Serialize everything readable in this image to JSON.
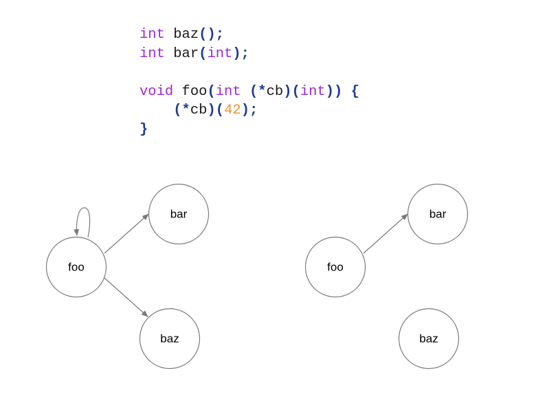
{
  "code": {
    "line1": {
      "type": "int",
      "name": "baz",
      "open": "(",
      "close": ")",
      "semi": ";"
    },
    "line2": {
      "type": "int",
      "name": "bar",
      "open": "(",
      "param": "int",
      "close": ")",
      "semi": ";"
    },
    "line3": {
      "type": "void",
      "name": "foo",
      "open": "(",
      "param_type": "int",
      "cb_open": "(",
      "star": "*",
      "cb_name": "cb",
      "cb_close": ")",
      "cb_args_open": "(",
      "cb_arg": "int",
      "cb_args_close": ")",
      "close": ")",
      "brace": "{"
    },
    "line4": {
      "call_open": "(",
      "star": "*",
      "cb_name": "cb",
      "call_close": ")",
      "args_open": "(",
      "arg": "42",
      "args_close": ")",
      "semi": ";"
    },
    "line5": {
      "brace": "}"
    }
  },
  "colors": {
    "keyword": "#9b27d8",
    "punctuation": "#1f3a93",
    "number": "#f0922e",
    "node_stroke": "#7a7a7a",
    "edge": "#7a7a7a"
  },
  "graphs": {
    "left": {
      "nodes": {
        "foo": "foo",
        "bar": "bar",
        "baz": "baz"
      },
      "edges": [
        "foo->foo",
        "foo->bar",
        "foo->baz"
      ]
    },
    "right": {
      "nodes": {
        "foo": "foo",
        "bar": "bar",
        "baz": "baz"
      },
      "edges": [
        "foo->bar"
      ]
    }
  }
}
